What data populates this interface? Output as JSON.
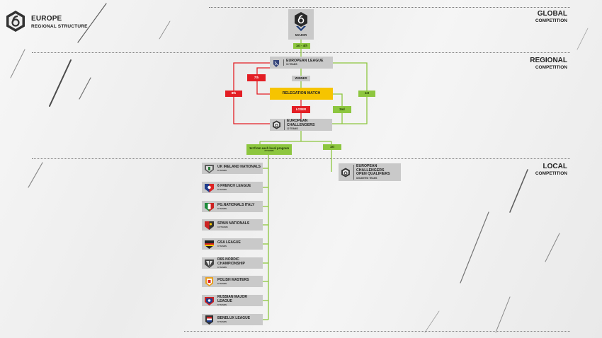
{
  "header": {
    "title": "EUROPE",
    "subtitle": "REGIONAL STRUCTURE",
    "logo_icon": "six-siege-hex-icon"
  },
  "tiers": {
    "global": {
      "title": "GLOBAL",
      "sub": "COMPETITION"
    },
    "regional": {
      "title": "REGIONAL",
      "sub": "COMPETITION"
    },
    "local": {
      "title": "LOCAL",
      "sub": "COMPETITION"
    }
  },
  "major": {
    "label": "MAJOR",
    "icon": "six-major-trophy-icon"
  },
  "tags": {
    "to_major": "1st - 4th",
    "eu_winner": "WINNER",
    "left_outer": "8th",
    "left_inner": "7th",
    "relegation": "RELEGATION MATCH",
    "loser": "LOSER",
    "right_inner": "2nd",
    "right_outer": "1st",
    "from_local": "1st from each local program",
    "from_local_sub": "8 TEAMS",
    "to_open": "1st"
  },
  "regional": {
    "eu_league": {
      "name": "EUROPEAN LEAGUE",
      "teams": "10 TEAMS",
      "icon": "european-league-icon"
    },
    "relegation": {
      "name": "RELEGATION MATCH"
    },
    "challengers": {
      "name": "EUROPEAN CHALLENGERS",
      "teams": "12 TEAMS",
      "icon": "six-hex-icon"
    }
  },
  "open_qualifiers": {
    "name1": "EUROPEAN CHALLENGERS",
    "name2": "OPEN QUALIFIERS",
    "teams": "UNLIMITED TEAMS",
    "icon": "six-hex-icon"
  },
  "local_leagues": [
    {
      "name": "UK IRELAND NATIONALS",
      "teams": "8 TEAMS",
      "icon": "uk-ireland-logo-icon"
    },
    {
      "name": "6 FRENCH LEAGUE",
      "teams": "8 TEAMS",
      "icon": "french-league-logo-icon"
    },
    {
      "name": "PG.NATIONALS ITALY",
      "teams": "8 TEAMS",
      "icon": "italy-logo-icon"
    },
    {
      "name": "SPAIN NATIONALS",
      "teams": "10 TEAMS",
      "icon": "spain-logo-icon"
    },
    {
      "name": "GSA LEAGUE",
      "teams": "8 TEAMS",
      "icon": "gsa-logo-icon"
    },
    {
      "name": "R6S NORDIC CHAMPIONSHIP",
      "teams": "8 TEAMS",
      "icon": "nordic-logo-icon"
    },
    {
      "name": "POLISH MASTERS",
      "teams": "8 TEAMS",
      "icon": "polish-logo-icon"
    },
    {
      "name": "RUSSIAN MAJOR LEAGUE",
      "teams": "8 TEAMS",
      "icon": "russian-logo-icon"
    },
    {
      "name": "BENELUX LEAGUE",
      "teams": "8 TEAMS",
      "icon": "benelux-logo-icon"
    }
  ],
  "colors": {
    "green": "#8dc63f",
    "red": "#e31e24",
    "yellow": "#f6c400",
    "grey_box": "#c9c9c9"
  }
}
